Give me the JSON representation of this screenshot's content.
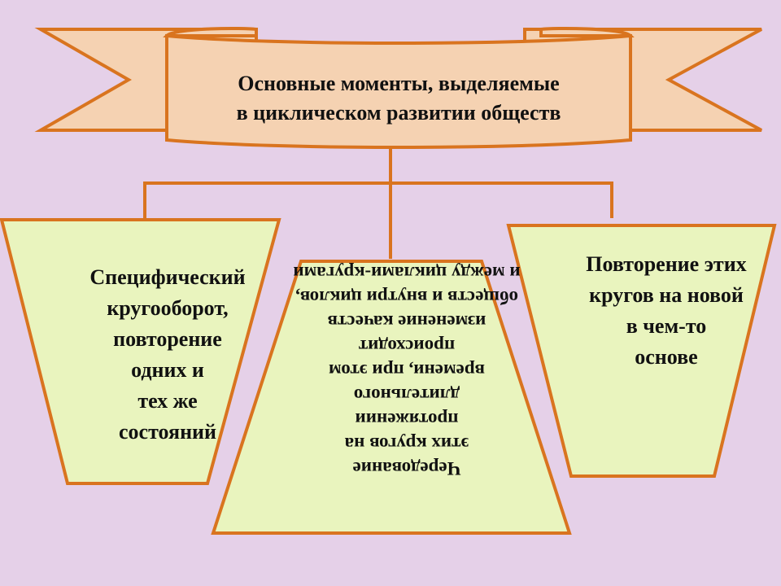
{
  "banner": {
    "title": "Основные моменты, выделяемые\nв циклическом развитии обществ"
  },
  "left_box": {
    "text": "Специфический\nкругооборот,\nповторение\nодних и\nтех же\nсостояний"
  },
  "center_box": {
    "text": "Чередование\nэтих кругов на\nпротяжении\nдлительного\nвремени, при этом\nпроисходит\nизменение качеств\nобществ и внутри циклов,\nи между циклами-кругами"
  },
  "right_box": {
    "text": "Повторение этих\nкругов на новой\nв чем-то\nоснове"
  },
  "colors": {
    "background": "#e5d0e8",
    "banner_fill": "#f5d2b2",
    "box_fill": "#e9f4be",
    "stroke": "#d9741f"
  }
}
